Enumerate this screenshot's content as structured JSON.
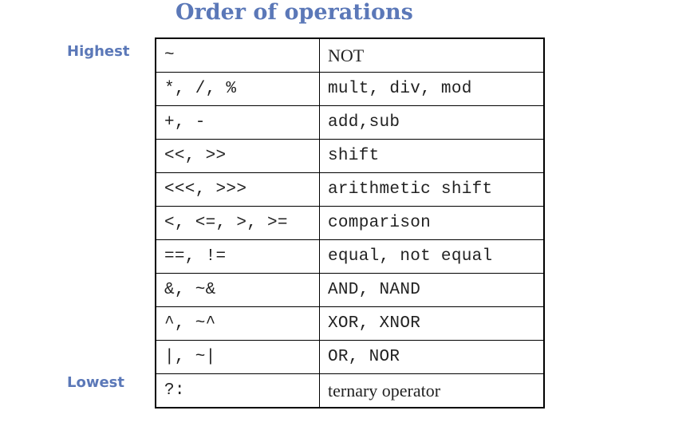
{
  "title": "Order of operations",
  "labels": {
    "highest": "Highest",
    "lowest": "Lowest"
  },
  "colors": {
    "heading": "#5b78b8",
    "border": "#000000",
    "text": "#222222"
  },
  "rows": [
    {
      "operator": "~",
      "description": "NOT"
    },
    {
      "operator": "*, /, %",
      "description": "mult, div, mod"
    },
    {
      "operator": "+, -",
      "description": "add,sub"
    },
    {
      "operator": "<<, >>",
      "description": "shift"
    },
    {
      "operator": "<<<, >>>",
      "description": "arithmetic shift"
    },
    {
      "operator": "<, <=, >, >=",
      "description": "comparison"
    },
    {
      "operator": "==, !=",
      "description": "equal, not equal"
    },
    {
      "operator": "&, ~&",
      "description": "AND, NAND"
    },
    {
      "operator": "^, ~^",
      "description": "XOR, XNOR"
    },
    {
      "operator": "|, ~|",
      "description": "OR, NOR"
    },
    {
      "operator": "?:",
      "description": "ternary operator"
    }
  ]
}
